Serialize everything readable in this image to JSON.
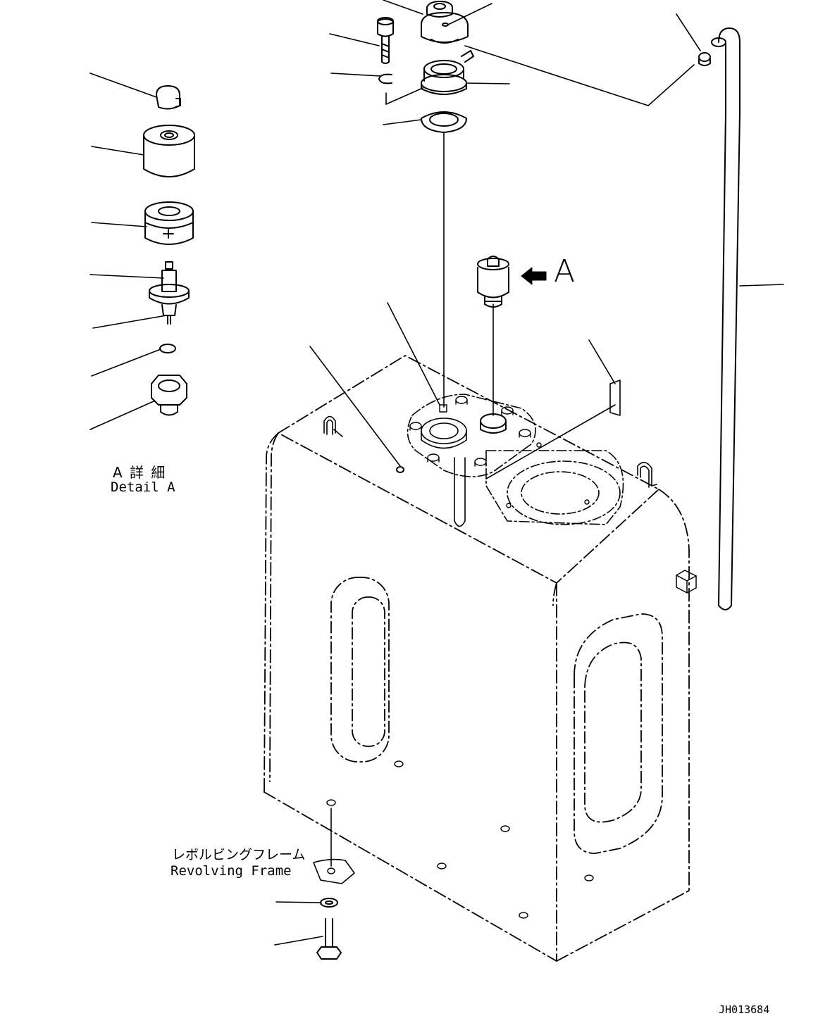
{
  "callout_a": "A",
  "detail": {
    "jp": "A 詳 細",
    "en": "Detail A"
  },
  "frame": {
    "jp": "レボルビングフレーム",
    "en": "Revolving Frame"
  },
  "drawing_number": "JH013684"
}
